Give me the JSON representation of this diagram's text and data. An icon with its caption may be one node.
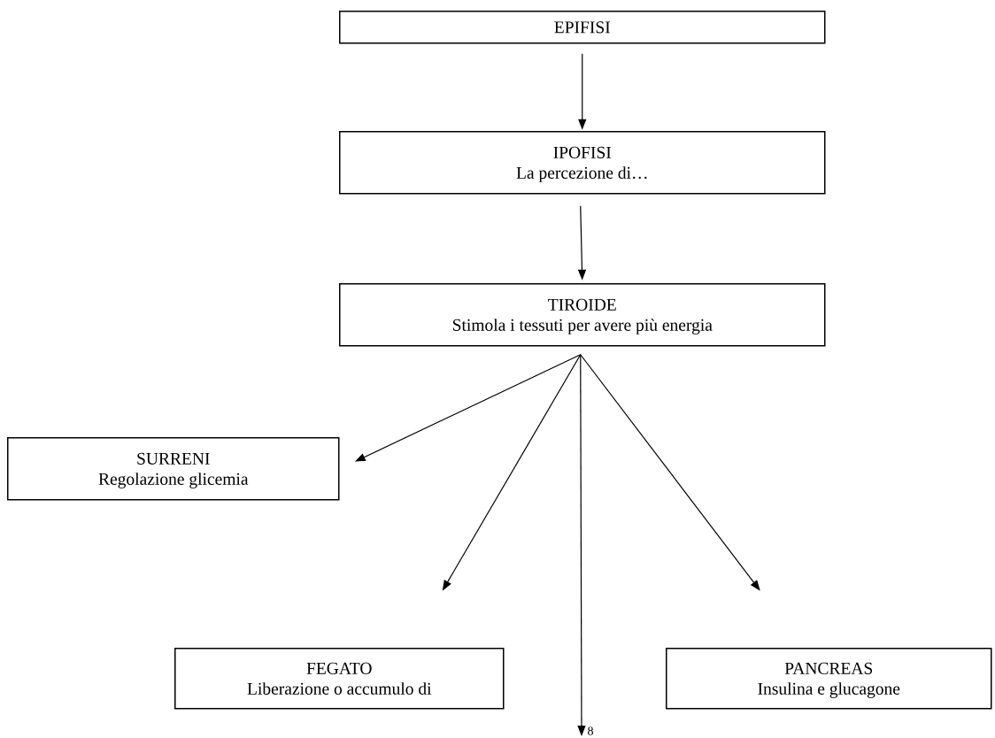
{
  "diagram": {
    "nodes": [
      {
        "text": [
          "EPIFISI"
        ]
      },
      {
        "text": [
          "IPOFISI",
          "La percezione di…"
        ]
      },
      {
        "text": [
          "TIROIDE",
          "Stimola i tessuti per avere più energia"
        ]
      },
      {
        "text": [
          "SURRENI",
          "Regolazione glicemia"
        ]
      },
      {
        "text": [
          "FEGATO",
          "Liberazione o accumulo di"
        ]
      },
      {
        "text": [
          "PANCREAS",
          "Insulina e glucagone"
        ]
      },
      {
        "text": [
          "8"
        ]
      }
    ],
    "edges": [
      {
        "from": 0,
        "to": 1,
        "arrow": "to"
      },
      {
        "from": 1,
        "to": 2,
        "arrow": "to"
      },
      {
        "from": 2,
        "to": 3,
        "arrow": "to"
      },
      {
        "from": 2,
        "to": 4,
        "arrow": "to"
      },
      {
        "from": 2,
        "to": 6,
        "arrow": "to"
      },
      {
        "from": 2,
        "to": 5,
        "arrow": "to"
      }
    ]
  }
}
